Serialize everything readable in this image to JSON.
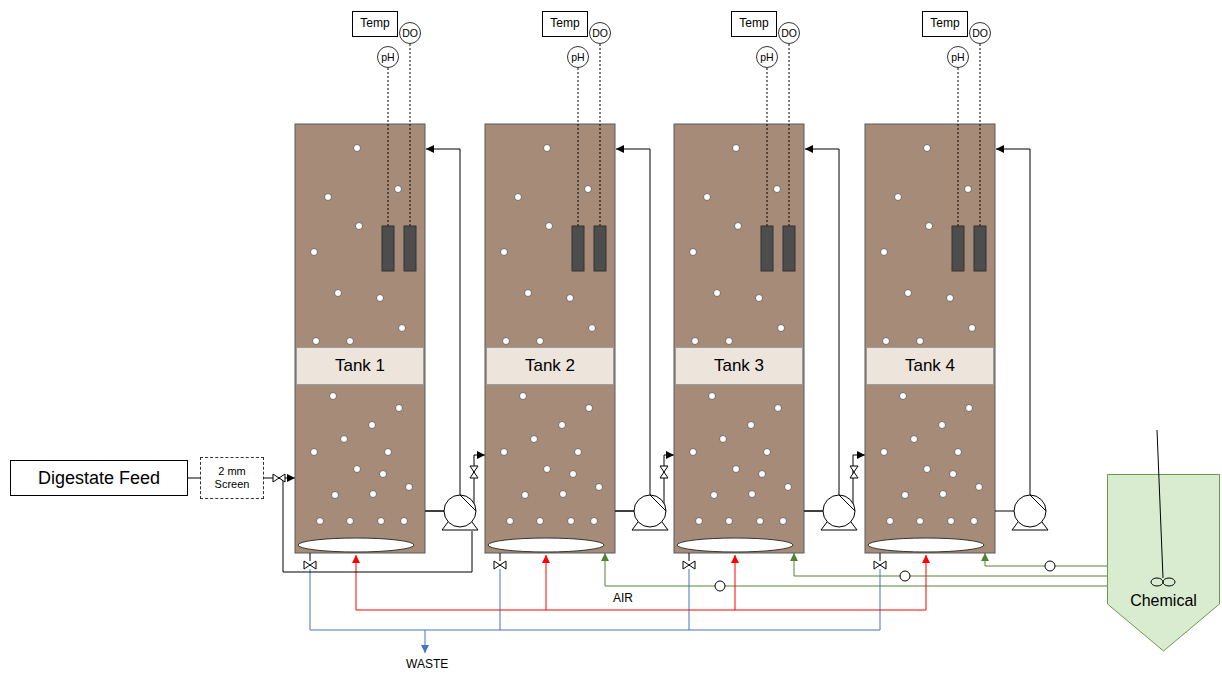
{
  "diagram": {
    "nodes": [
      {
        "text": [
          "Temp"
        ]
      },
      {
        "text": [
          "DO"
        ]
      },
      {
        "text": [
          "pH"
        ]
      },
      {
        "text": [
          "Temp"
        ]
      },
      {
        "text": [
          "DO"
        ]
      },
      {
        "text": [
          "pH"
        ]
      },
      {
        "text": [
          "Temp"
        ]
      },
      {
        "text": [
          "DO"
        ]
      },
      {
        "text": [
          "pH"
        ]
      },
      {
        "text": [
          "Temp"
        ]
      },
      {
        "text": [
          "DO"
        ]
      },
      {
        "text": [
          "pH"
        ]
      },
      {
        "text": [
          "Digestate Feed"
        ]
      },
      {
        "text": [
          "2 mm Screen"
        ]
      },
      {
        "text": [
          "Tank 1"
        ]
      },
      {
        "text": [
          "Tank 2"
        ]
      },
      {
        "text": [
          "Tank 3"
        ]
      },
      {
        "text": [
          "Tank 4"
        ]
      },
      {
        "text": [
          "Chemical"
        ]
      }
    ],
    "edges": [
      {
        "from": 12,
        "to": 13,
        "arrow": "none"
      },
      {
        "from": 13,
        "to": 14,
        "arrow": "to"
      },
      {
        "from": 2,
        "to": 14,
        "arrow": "none"
      },
      {
        "from": 1,
        "to": 14,
        "arrow": "none"
      },
      {
        "from": 5,
        "to": 15,
        "arrow": "none"
      },
      {
        "from": 4,
        "to": 15,
        "arrow": "none"
      },
      {
        "from": 8,
        "to": 16,
        "arrow": "none"
      },
      {
        "from": 7,
        "to": 16,
        "arrow": "none"
      },
      {
        "from": 11,
        "to": 17,
        "arrow": "none"
      },
      {
        "from": 10,
        "to": 17,
        "arrow": "none"
      },
      {
        "from": 14,
        "to": 15,
        "arrow": "to"
      },
      {
        "from": 15,
        "to": 16,
        "arrow": "to"
      },
      {
        "from": 16,
        "to": 17,
        "arrow": "to"
      },
      {
        "from": 18,
        "to": 15,
        "arrow": "to"
      },
      {
        "from": 18,
        "to": 16,
        "arrow": "to"
      },
      {
        "from": 18,
        "to": 17,
        "arrow": "to"
      }
    ],
    "labels": [
      "AIR",
      "WASTE"
    ]
  }
}
